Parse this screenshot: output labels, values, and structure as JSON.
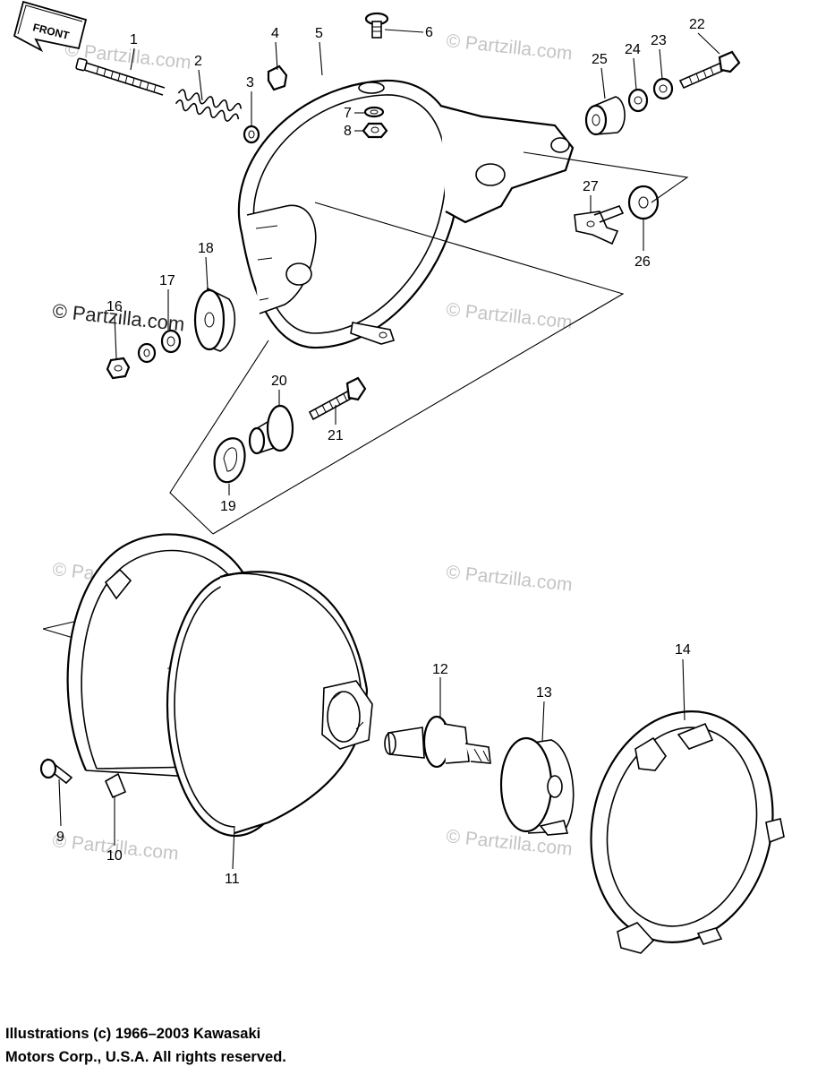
{
  "front_badge": "FRONT",
  "watermark_dark": "© Partzilla.com",
  "watermark_light": "© Partzilla.com",
  "callouts": {
    "c1": "1",
    "c2": "2",
    "c3": "3",
    "c4": "4",
    "c5": "5",
    "c6": "6",
    "c7": "7",
    "c8": "8",
    "c9": "9",
    "c10": "10",
    "c11": "11",
    "c12": "12",
    "c13": "13",
    "c14": "14",
    "c16": "16",
    "c17": "17",
    "c18": "18",
    "c19": "19",
    "c20": "20",
    "c21": "21",
    "c22": "22",
    "c23": "23",
    "c24": "24",
    "c25": "25",
    "c26": "26",
    "c27": "27"
  },
  "copyright": {
    "line1": "Illustrations (c) 1966–2003 Kawasaki",
    "line2": "Motors Corp., U.S.A.  All rights reserved."
  }
}
